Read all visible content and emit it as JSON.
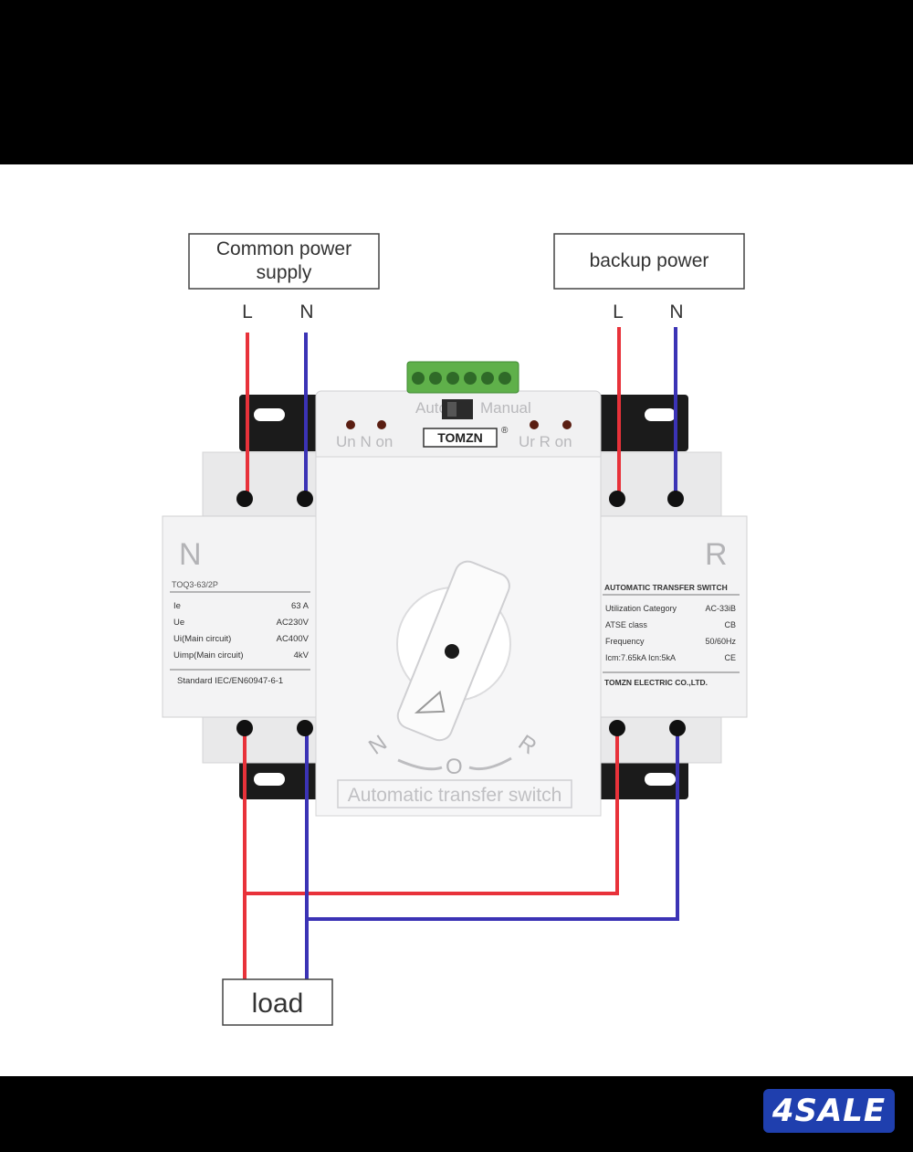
{
  "labels": {
    "common_power_line1": "Common power",
    "common_power_line2": "supply",
    "backup_power": "backup power",
    "load": "load",
    "L": "L",
    "N": "N"
  },
  "device": {
    "brand": "TOMZN",
    "registered": "®",
    "mode_auto": "Auto",
    "mode_manual": "Manual",
    "indicator_left": "Un N on",
    "indicator_right": "Ur R on",
    "left_module_letter": "N",
    "right_module_letter": "R",
    "model": "TOQ3-63/2P",
    "left_specs": [
      {
        "k": "Ie",
        "v": "63 A"
      },
      {
        "k": "Ue",
        "v": "AC230V"
      },
      {
        "k": "Ui(Main circuit)",
        "v": "AC400V"
      },
      {
        "k": "Uimp(Main circuit)",
        "v": "4kV"
      }
    ],
    "standard": "Standard IEC/EN60947-6-1",
    "right_title": "AUTOMATIC TRANSFER SWITCH",
    "right_specs": [
      {
        "k": "Utilization Category",
        "v": "AC-33iB"
      },
      {
        "k": "ATSE class",
        "v": "CB"
      },
      {
        "k": "Frequency",
        "v": "50/60Hz"
      },
      {
        "k": "Icm:7.65kA Icn:5kA",
        "v": "CE"
      }
    ],
    "maker": "TOMZN ELECTRIC CO.,LTD.",
    "dial_n": "N",
    "dial_o": "O",
    "dial_r": "R",
    "front_label": "Automatic transfer switch"
  },
  "watermark": "4SALE",
  "colors": {
    "live_wire": "#e8323a",
    "neutral_wire": "#3b33b5",
    "terminal_green": "#5fb04a"
  }
}
